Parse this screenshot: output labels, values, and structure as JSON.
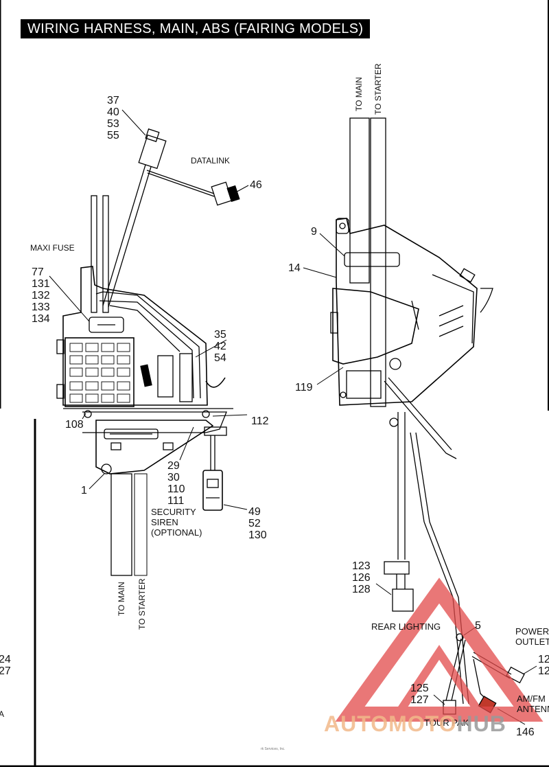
{
  "title": "WIRING HARNESS, MAIN, ABS (FAIRING MODELS)",
  "left_view": {
    "callout_37_55": [
      "37",
      "40",
      "53",
      "55"
    ],
    "datalink": "DATALINK",
    "ref_46": "46",
    "maxi_fuse": "MAXI FUSE",
    "callout_77_134": [
      "77",
      "131",
      "132",
      "133",
      "134"
    ],
    "callout_35_54": [
      "35",
      "42",
      "54"
    ],
    "ref_108": "108",
    "ref_112": "112",
    "ref_1": "1",
    "callout_29_111": [
      "29",
      "30",
      "110",
      "111"
    ],
    "security_siren": [
      "SECURITY",
      "SIREN",
      "(OPTIONAL)"
    ],
    "callout_49_130": [
      "49",
      "52",
      "130"
    ],
    "to_main": "TO MAIN",
    "to_starter": "TO STARTER"
  },
  "right_view": {
    "to_main": "TO MAIN",
    "to_starter": "TO STARTER",
    "ref_9": "9",
    "ref_14": "14",
    "ref_119": "119",
    "callout_123_128": [
      "123",
      "126",
      "128"
    ],
    "rear_lighting": "REAR LIGHTING",
    "ref_5": "5",
    "power_outlet": [
      "POWER",
      "OUTLET"
    ],
    "cut_refs": [
      "12",
      "12"
    ],
    "callout_125_127": [
      "125",
      "127"
    ],
    "tour_pak": "TOUR PAK",
    "am_fm": [
      "AM/FM",
      "ANTENNA"
    ],
    "ref_146": "146"
  },
  "edge_refs": [
    "24",
    "27",
    "A"
  ],
  "watermark": {
    "auto": "AUTO",
    "moto": "MOTO",
    "hub": "HUB"
  },
  "footer": "rk Services, Inc."
}
